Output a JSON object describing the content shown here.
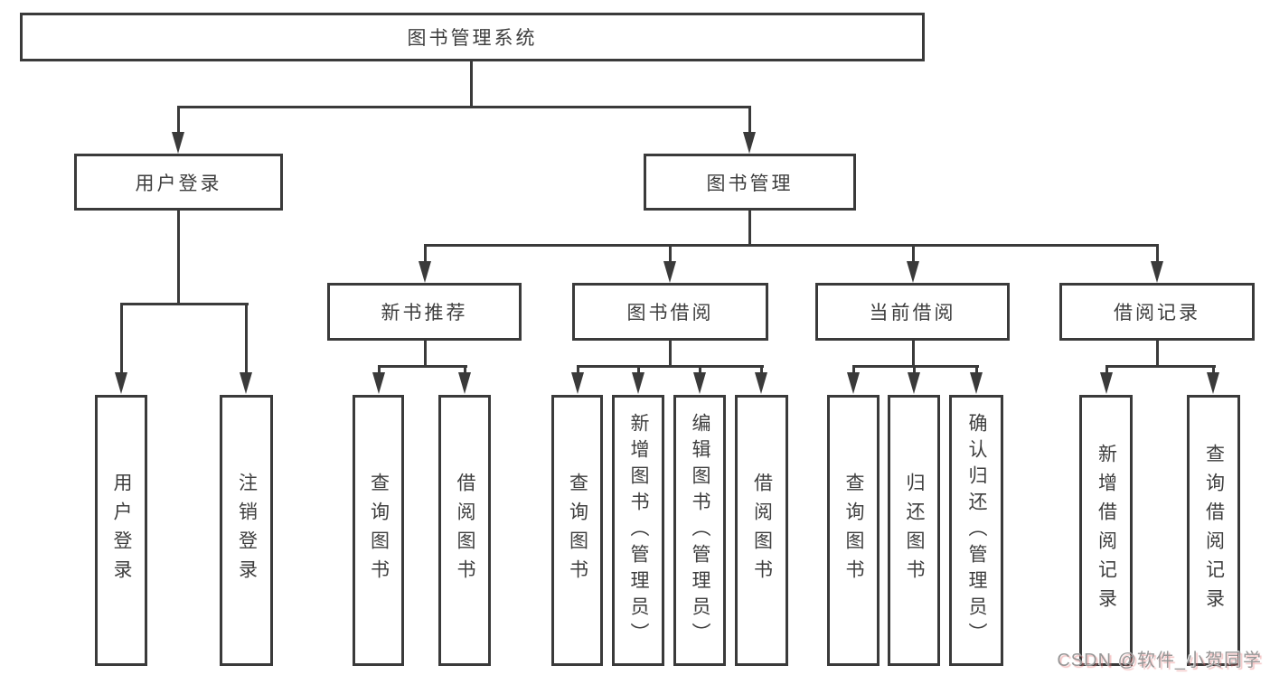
{
  "diagram": {
    "title": "图书管理系统",
    "root": {
      "label": "图书管理系统"
    },
    "user_login": {
      "label": "用户登录"
    },
    "book_mgmt": {
      "label": "图书管理"
    },
    "new_books": {
      "label": "新书推荐"
    },
    "book_borrow": {
      "label": "图书借阅"
    },
    "current_borrow": {
      "label": "当前借阅"
    },
    "borrow_records": {
      "label": "借阅记录"
    },
    "leaves": {
      "user_login_leaf": "用户登录",
      "logout_leaf": "注销登录",
      "nb_query_books": "查询图书",
      "nb_borrow_books": "借阅图书",
      "bb_query_books": "查询图书",
      "bb_add_books": "新增图书（管理员）",
      "bb_edit_books": "编辑图书（管理员）",
      "bb_borrow_books": "借阅图书",
      "cb_query_books": "查询图书",
      "cb_return_books": "归还图书",
      "cb_confirm_return": "确认归还（管理员）",
      "br_add_record": "新增借阅记录",
      "br_query_record": "查询借阅记录"
    }
  },
  "watermark": {
    "text": "CSDN @软件_小贺同学"
  },
  "colors": {
    "line": "#3a3a3a",
    "text": "#3e3e3e",
    "background": "#ffffff",
    "watermark": "#979797"
  }
}
